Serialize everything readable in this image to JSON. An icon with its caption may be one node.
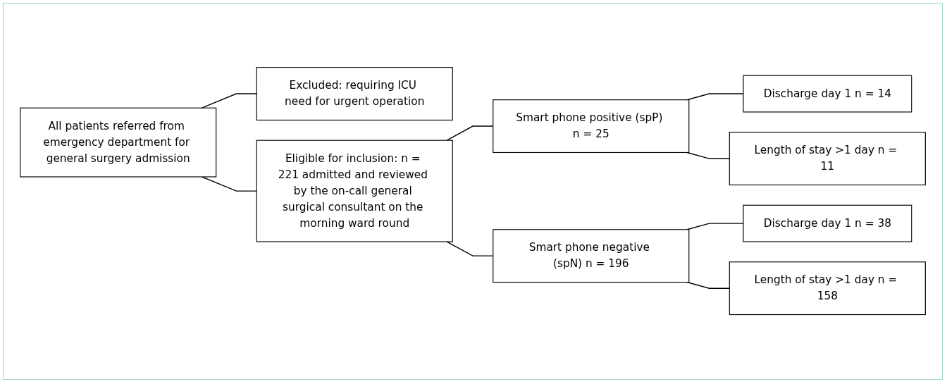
{
  "diagram": {
    "nodes": [
      {
        "text": [
          "All patients referred from emergency department for general surgery admission"
        ]
      },
      {
        "text": [
          "Excluded: requiring ICU need for urgent operation"
        ]
      },
      {
        "text": [
          "Eligible for inclusion: n = 221 admitted and reviewed by the on-call general surgical consultant on the morning ward round"
        ]
      },
      {
        "text": [
          "Smart phone positive (spP) n = 25"
        ]
      },
      {
        "text": [
          "Discharge day 1 n = 14"
        ]
      },
      {
        "text": [
          "Length of stay >1 day n = 11"
        ]
      },
      {
        "text": [
          "Smart phone negative (spN) n = 196"
        ]
      },
      {
        "text": [
          "Discharge day 1 n = 38"
        ]
      },
      {
        "text": [
          "Length of stay >1 day n = 158"
        ]
      }
    ],
    "edges": [
      {
        "from": 0,
        "to": 1,
        "arrow": "none"
      },
      {
        "from": 0,
        "to": 2,
        "arrow": "none"
      },
      {
        "from": 2,
        "to": 3,
        "arrow": "none"
      },
      {
        "from": 2,
        "to": 6,
        "arrow": "none"
      },
      {
        "from": 3,
        "to": 4,
        "arrow": "none"
      },
      {
        "from": 3,
        "to": 5,
        "arrow": "none"
      },
      {
        "from": 6,
        "to": 7,
        "arrow": "none"
      },
      {
        "from": 6,
        "to": 8,
        "arrow": "none"
      }
    ]
  }
}
